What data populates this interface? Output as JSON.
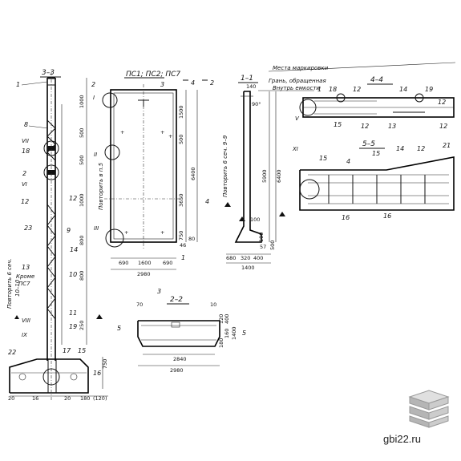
{
  "sections": {
    "s33": "3–3",
    "s11": "1–1",
    "s44": "4–4",
    "s55": "5–5",
    "s22": "2–2",
    "variants": "ПС1; ПС2; ПС7",
    "cut_labels": [
      "1",
      "2",
      "3",
      "4",
      "5",
      "2"
    ]
  },
  "notes": {
    "mark": "Места маркировки",
    "edge": "Грань, обращенная",
    "inside": "Внутрь емкости",
    "repeat_left": "Повторить 6 сеч.",
    "repeat_left2": "10–10",
    "repeat_panel": "Повторить в п.5",
    "repeat_right": "Повторить 6 сеч. 9–9",
    "except": "Кроме",
    "except2": "ПС7"
  },
  "left_column": {
    "callouts": [
      "1",
      "8",
      "18",
      "2",
      "12",
      "23",
      "9",
      "12",
      "14",
      "10",
      "13",
      "11",
      "19",
      "17",
      "15",
      "22",
      "16"
    ],
    "romans": [
      "VII",
      "VI",
      "VIII",
      "IX"
    ],
    "dims": [
      "1000",
      "500",
      "500",
      "1000",
      "800",
      "800",
      "250",
      "750",
      "20",
      "180",
      "(120)",
      "20",
      "16"
    ]
  },
  "panel": {
    "romans": [
      "I",
      "II",
      "III"
    ],
    "top_dims": [
      "1500",
      "500",
      "3650",
      "750"
    ],
    "total": "6400",
    "small": [
      "46",
      "80"
    ],
    "bottom": [
      "690",
      "1600",
      "690"
    ],
    "width": "2980"
  },
  "section11": {
    "dims": [
      "140",
      "90°",
      "5900",
      "6400",
      "100",
      "100",
      "57",
      "500",
      "680",
      "320",
      "400",
      "1400"
    ],
    "roman": "V"
  },
  "section44": {
    "callouts": [
      "1",
      "18",
      "12",
      "14",
      "19",
      "12",
      "15",
      "13",
      "12",
      "12"
    ]
  },
  "section55": {
    "callouts": [
      "15",
      "4",
      "15",
      "14",
      "12",
      "21",
      "16",
      "16"
    ],
    "roman": "XI"
  },
  "section22": {
    "dims": [
      "70",
      "10",
      "2840",
      "2980",
      "180",
      "160",
      "400",
      "1400",
      "120"
    ],
    "label5": "5"
  },
  "brand": {
    "site": "gbi22.ru"
  }
}
